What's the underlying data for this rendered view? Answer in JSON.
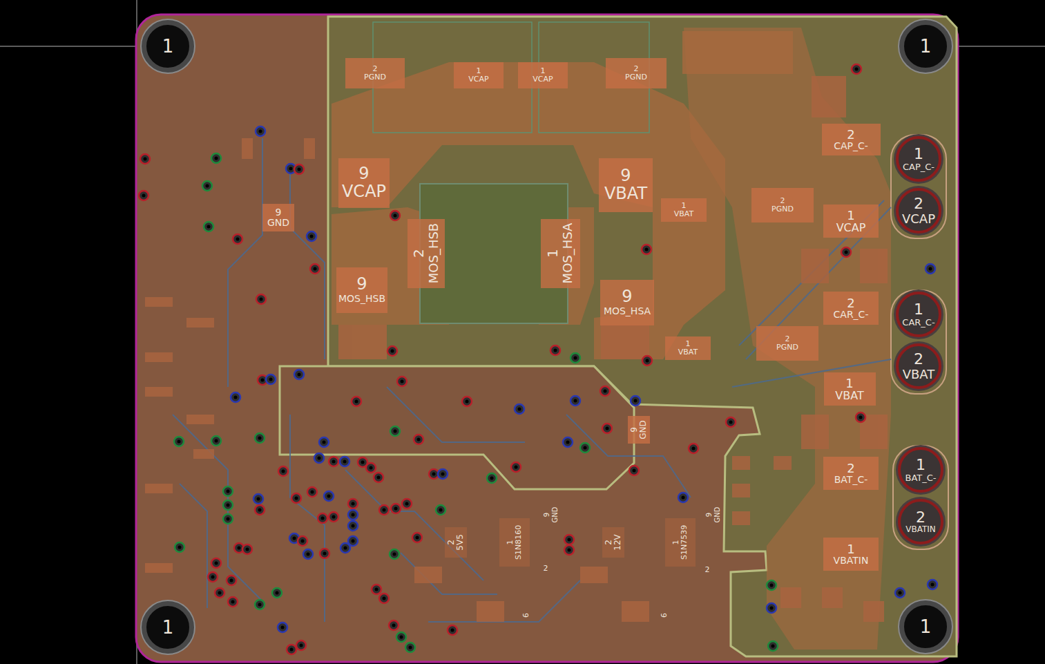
{
  "diagram": {
    "nodes": [
      {
        "text": [
          "1"
        ]
      },
      {
        "text": [
          "1"
        ]
      },
      {
        "text": [
          "2",
          "PGND"
        ]
      },
      {
        "text": [
          "1",
          "VCAP"
        ]
      },
      {
        "text": [
          "1",
          "VCAP"
        ]
      },
      {
        "text": [
          "2",
          "PGND"
        ]
      },
      {
        "text": [
          "9",
          "VCAP"
        ]
      },
      {
        "text": [
          "9",
          "VBAT"
        ]
      },
      {
        "text": [
          "9",
          "GND"
        ]
      },
      {
        "text": [
          "2",
          "MOS_HSB"
        ]
      },
      {
        "text": [
          "1",
          "MOS_HSA"
        ]
      },
      {
        "text": [
          "9",
          "MOS_HSB"
        ]
      },
      {
        "text": [
          "9",
          "MOS_HSA"
        ]
      },
      {
        "text": [
          "1",
          "VBAT"
        ]
      },
      {
        "text": [
          "2",
          "PGND"
        ]
      },
      {
        "text": [
          "2",
          "CAP_C-"
        ]
      },
      {
        "text": [
          "1",
          "CAP_C-"
        ]
      },
      {
        "text": [
          "2",
          "VCAP"
        ]
      },
      {
        "text": [
          "1",
          "VCAP"
        ]
      },
      {
        "text": [
          "2",
          "CAR_C-"
        ]
      },
      {
        "text": [
          "1",
          "CAR_C-"
        ]
      },
      {
        "text": [
          "2",
          "VBAT"
        ]
      },
      {
        "text": [
          "1",
          "VBAT"
        ]
      },
      {
        "text": [
          "2",
          "PGND"
        ]
      },
      {
        "text": [
          "1",
          "VBAT"
        ]
      },
      {
        "text": [
          "9",
          "GND"
        ]
      },
      {
        "text": [
          "2",
          "BAT_C-"
        ]
      },
      {
        "text": [
          "1",
          "BAT_C-"
        ]
      },
      {
        "text": [
          "2",
          "VBATIN"
        ]
      },
      {
        "text": [
          "1",
          "VBATIN"
        ]
      },
      {
        "text": [
          "2",
          "5V5"
        ]
      },
      {
        "text": [
          "1",
          "S1N8160"
        ]
      },
      {
        "text": [
          "2",
          "12V"
        ]
      },
      {
        "text": [
          "1",
          "S1N7539"
        ]
      },
      {
        "text": [
          "1"
        ]
      },
      {
        "text": [
          "1"
        ]
      }
    ],
    "labels": [
      "9",
      "GND",
      "9",
      "GND",
      "2",
      "2",
      "9",
      "9"
    ]
  }
}
